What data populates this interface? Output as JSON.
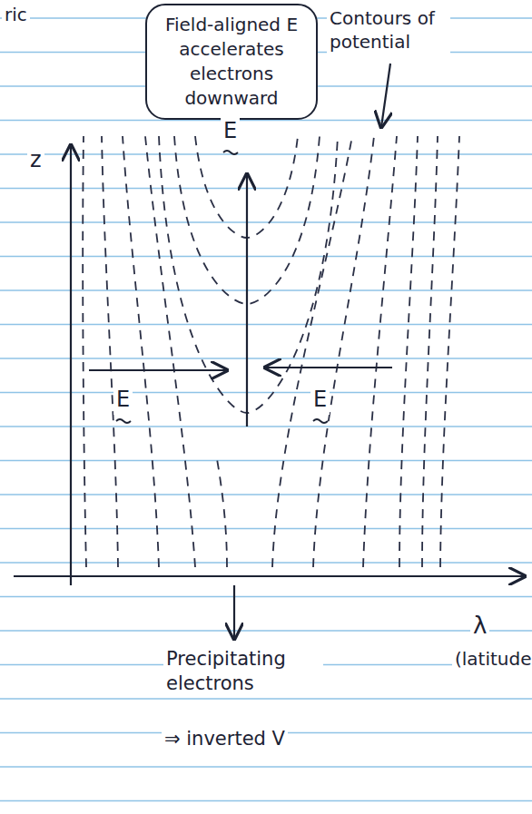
{
  "diagram": {
    "nodes": [
      {
        "text": [
          "Field-aligned E accelerates electrons downward"
        ]
      }
    ],
    "labels": [
      "ric",
      "Contours of potential",
      "z",
      "E",
      "E",
      "E",
      "Precipitating electrons",
      "⇒ inverted V",
      "λ",
      "(latitude"
    ]
  }
}
